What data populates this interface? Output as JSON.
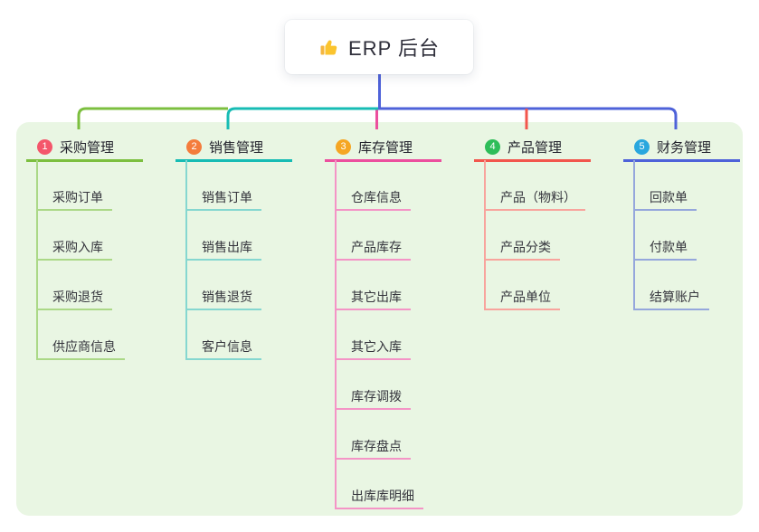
{
  "root": {
    "label": "ERP 后台",
    "icon": "thumbs-up-icon"
  },
  "canvas": {
    "background": "#ffffff",
    "panel_color": "#E9F6E3",
    "root_line_color": "#4E62D9"
  },
  "branches": [
    {
      "index": "1",
      "label": "采购管理",
      "color": "#7CBF3F",
      "light_color": "#ABD887",
      "badge_color": "#F4566B",
      "children": [
        "采购订单",
        "采购入库",
        "采购退货",
        "供应商信息"
      ]
    },
    {
      "index": "2",
      "label": "销售管理",
      "color": "#17BCB4",
      "light_color": "#85D7D0",
      "badge_color": "#F47C3C",
      "children": [
        "销售订单",
        "销售出库",
        "销售退货",
        "客户信息"
      ]
    },
    {
      "index": "3",
      "label": "库存管理",
      "color": "#EC4F9E",
      "light_color": "#F494C6",
      "badge_color": "#F5A623",
      "children": [
        "仓库信息",
        "产品库存",
        "其它出库",
        "其它入库",
        "库存调拨",
        "库存盘点",
        "出库库明细"
      ]
    },
    {
      "index": "4",
      "label": "产品管理",
      "color": "#F2564D",
      "light_color": "#F8A49D",
      "badge_color": "#2EBD59",
      "children": [
        "产品（物料）",
        "产品分类",
        "产品单位"
      ]
    },
    {
      "index": "5",
      "label": "财务管理",
      "color": "#4E62D9",
      "light_color": "#95A7DC",
      "badge_color": "#29A7DE",
      "children": [
        "回款单",
        "付款单",
        "结算账户"
      ]
    }
  ]
}
